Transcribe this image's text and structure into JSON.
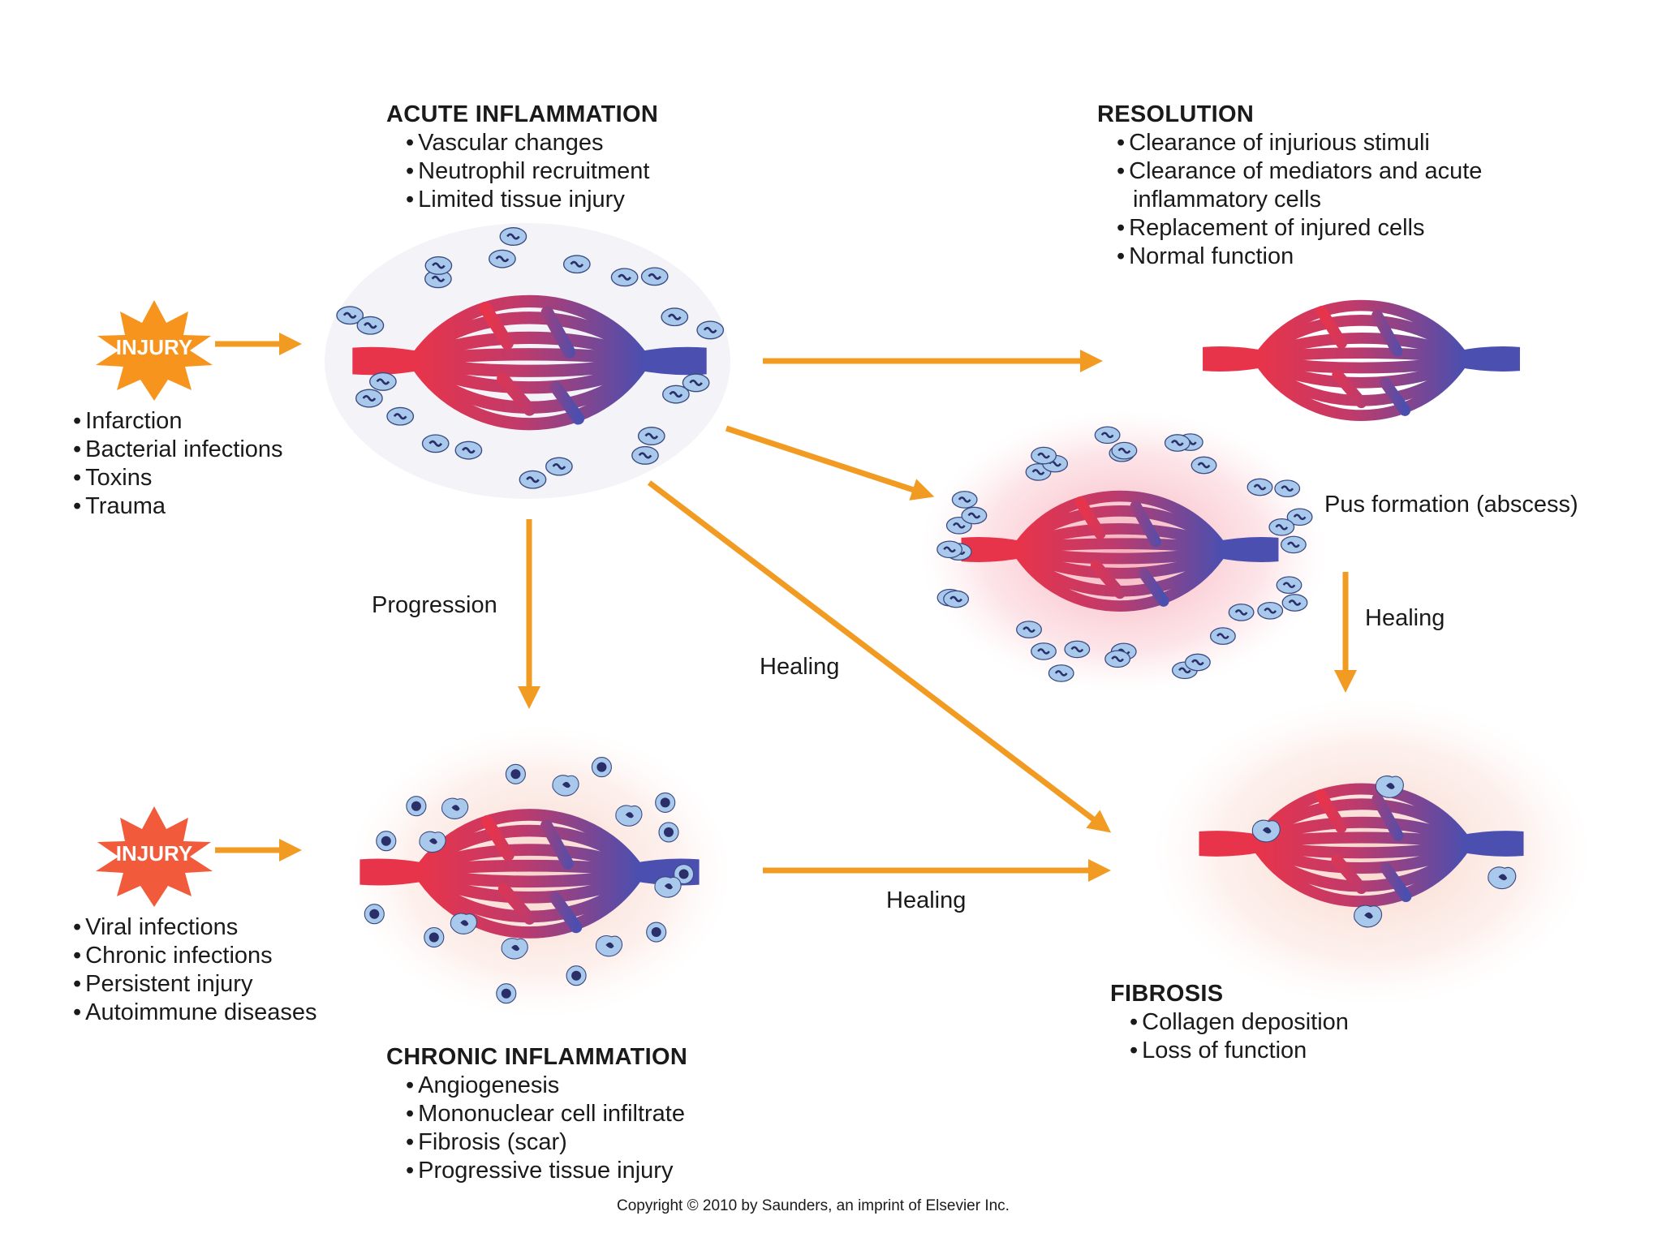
{
  "injury_acute": {
    "label": "INJURY",
    "causes": [
      "Infarction",
      "Bacterial infections",
      "Toxins",
      "Trauma"
    ]
  },
  "injury_chronic": {
    "label": "INJURY",
    "causes": [
      "Viral infections",
      "Chronic infections",
      "Persistent injury",
      "Autoimmune diseases"
    ]
  },
  "acute": {
    "title": "ACUTE INFLAMMATION",
    "items": [
      "Vascular changes",
      "Neutrophil recruitment",
      "Limited tissue injury"
    ]
  },
  "resolution": {
    "title": "RESOLUTION",
    "items": [
      "Clearance of injurious stimuli",
      "Clearance of mediators and acute",
      "inflammatory cells",
      "Replacement of injured cells",
      "Normal function"
    ]
  },
  "abscess": {
    "label": "Pus formation (abscess)"
  },
  "chronic": {
    "title": "CHRONIC INFLAMMATION",
    "items": [
      "Angiogenesis",
      "Mononuclear cell infiltrate",
      "Fibrosis (scar)",
      "Progressive tissue injury"
    ]
  },
  "fibrosis": {
    "title": "FIBROSIS",
    "items": [
      "Collagen deposition",
      "Loss of function"
    ]
  },
  "arrow_labels": {
    "progression": "Progression",
    "healing_diagonal": "Healing",
    "healing_bottom": "Healing",
    "healing_abscess": "Healing"
  },
  "copyright": "Copyright © 2010 by Saunders, an imprint of Elsevier Inc.",
  "colors": {
    "arrow": "#f29b22",
    "artery": "#e8344a",
    "vein": "#4a4fb0",
    "cell": "#a8c8ec",
    "injury_acute": "#f7941d",
    "injury_chronic": "#f15a3a"
  }
}
